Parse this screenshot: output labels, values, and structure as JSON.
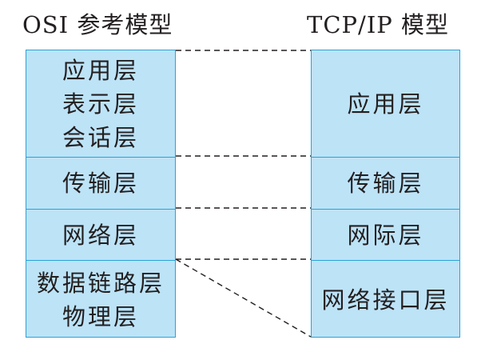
{
  "titles": {
    "osi": "OSI 参考模型",
    "tcp": "TCP/IP 模型"
  },
  "osi_layers": [
    "应用层\n表示层\n会话层",
    "传输层",
    "网络层",
    "数据链路层\n物理层"
  ],
  "tcp_layers": [
    "应用层",
    "传输层",
    "网际层",
    "网络接口层"
  ],
  "colors": {
    "box_fill": "#bde3f7",
    "box_border": "#2aa3d6",
    "text": "#231f20",
    "connector": "#231f20"
  }
}
